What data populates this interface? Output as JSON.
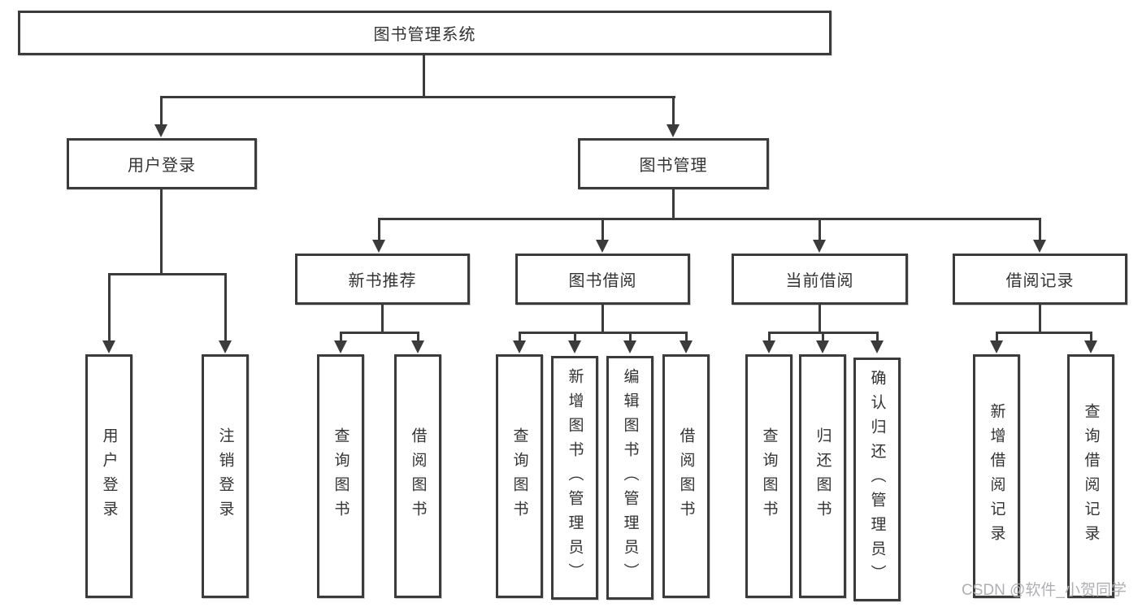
{
  "root": {
    "label": "图书管理系统"
  },
  "branches": {
    "user_login": {
      "label": "用户登录",
      "children": [
        "用户登录",
        "注销登录"
      ]
    },
    "book_management": {
      "label": "图书管理",
      "children": [
        {
          "label": "新书推荐",
          "children": [
            "查询图书",
            "借阅图书"
          ]
        },
        {
          "label": "图书借阅",
          "children": [
            "查询图书",
            "新增图书（管理员）",
            "编辑图书（管理员）",
            "借阅图书"
          ]
        },
        {
          "label": "当前借阅",
          "children": [
            "查询图书",
            "归还图书",
            "确认归还（管理员）"
          ]
        },
        {
          "label": "借阅记录",
          "children": [
            "新增借阅记录",
            "查询借阅记录"
          ]
        }
      ]
    }
  },
  "watermark": "CSDN @软件_小贺同学",
  "colors": {
    "line": "#3b3b3b",
    "text": "#333333",
    "watermark": "#b0b0b4",
    "background": "#ffffff"
  }
}
